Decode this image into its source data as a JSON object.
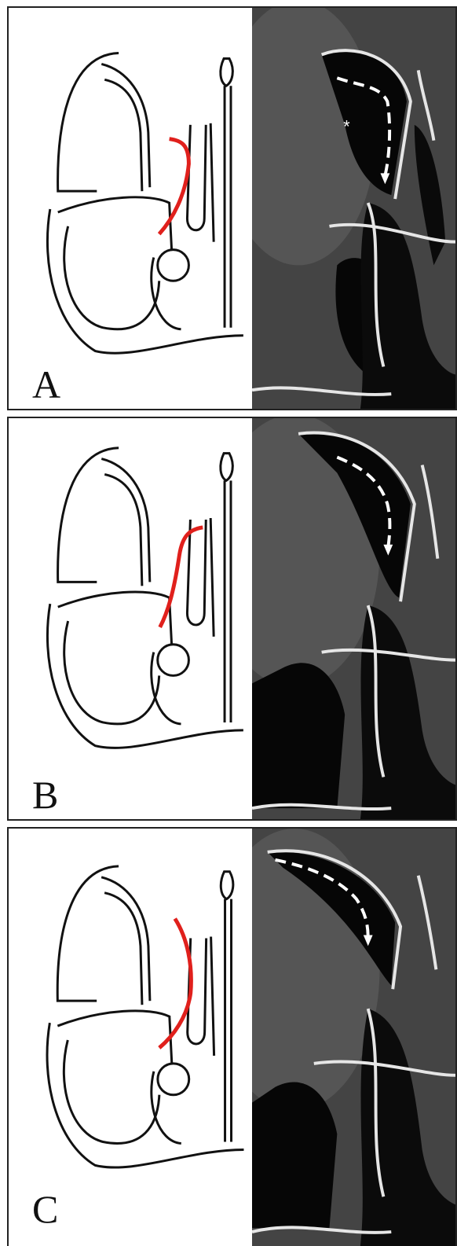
{
  "panels": [
    {
      "id": "A",
      "label": "A",
      "marker": "*"
    },
    {
      "id": "B",
      "label": "B"
    },
    {
      "id": "C",
      "label": "C"
    }
  ],
  "colors": {
    "highlight_line": "#e0201c",
    "outline": "#111111",
    "ct_background": "#3d3d3d",
    "air": "#050505",
    "bone": "#e8e8e8"
  }
}
